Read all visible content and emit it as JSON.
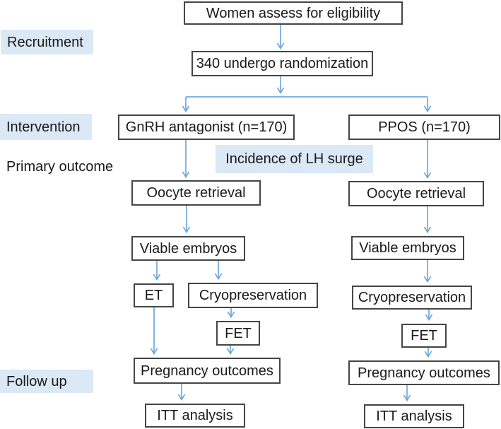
{
  "colors": {
    "arrow": "#6fa8dc",
    "label_bg": "#dbe8f6",
    "box_border": "#454545",
    "text": "#1a1a1a"
  },
  "stages": {
    "recruitment": {
      "label": "Recruitment",
      "highlighted": true
    },
    "intervention": {
      "label": "Intervention",
      "highlighted": true
    },
    "primary_outcome": {
      "label": "Primary outcome",
      "highlighted": false
    },
    "follow_up": {
      "label": "Follow up",
      "highlighted": true
    }
  },
  "annotations": {
    "lh_surge": {
      "label": "Incidence of LH surge",
      "highlighted": true
    }
  },
  "nodes": {
    "eligibility": {
      "label": "Women assess for eligibility"
    },
    "randomization": {
      "label": "340 undergo randomization"
    },
    "gnrh_arm": {
      "label": "GnRH antagonist (n=170)"
    },
    "ppos_arm": {
      "label": "PPOS (n=170)"
    },
    "oocyte_retrieval_left": {
      "label": "Oocyte retrieval"
    },
    "oocyte_retrieval_right": {
      "label": "Oocyte retrieval"
    },
    "viable_embryos_left": {
      "label": "Viable embryos"
    },
    "viable_embryos_right": {
      "label": "Viable embryos"
    },
    "et": {
      "label": "ET"
    },
    "cryopreservation_left": {
      "label": "Cryopreservation"
    },
    "cryopreservation_right": {
      "label": "Cryopreservation"
    },
    "fet_left": {
      "label": "FET"
    },
    "fet_right": {
      "label": "FET"
    },
    "pregnancy_outcomes_left": {
      "label": "Pregnancy outcomes"
    },
    "pregnancy_outcomes_right": {
      "label": "Pregnancy outcomes"
    },
    "itt_analysis_left": {
      "label": "ITT analysis"
    },
    "itt_analysis_right": {
      "label": "ITT analysis"
    }
  }
}
